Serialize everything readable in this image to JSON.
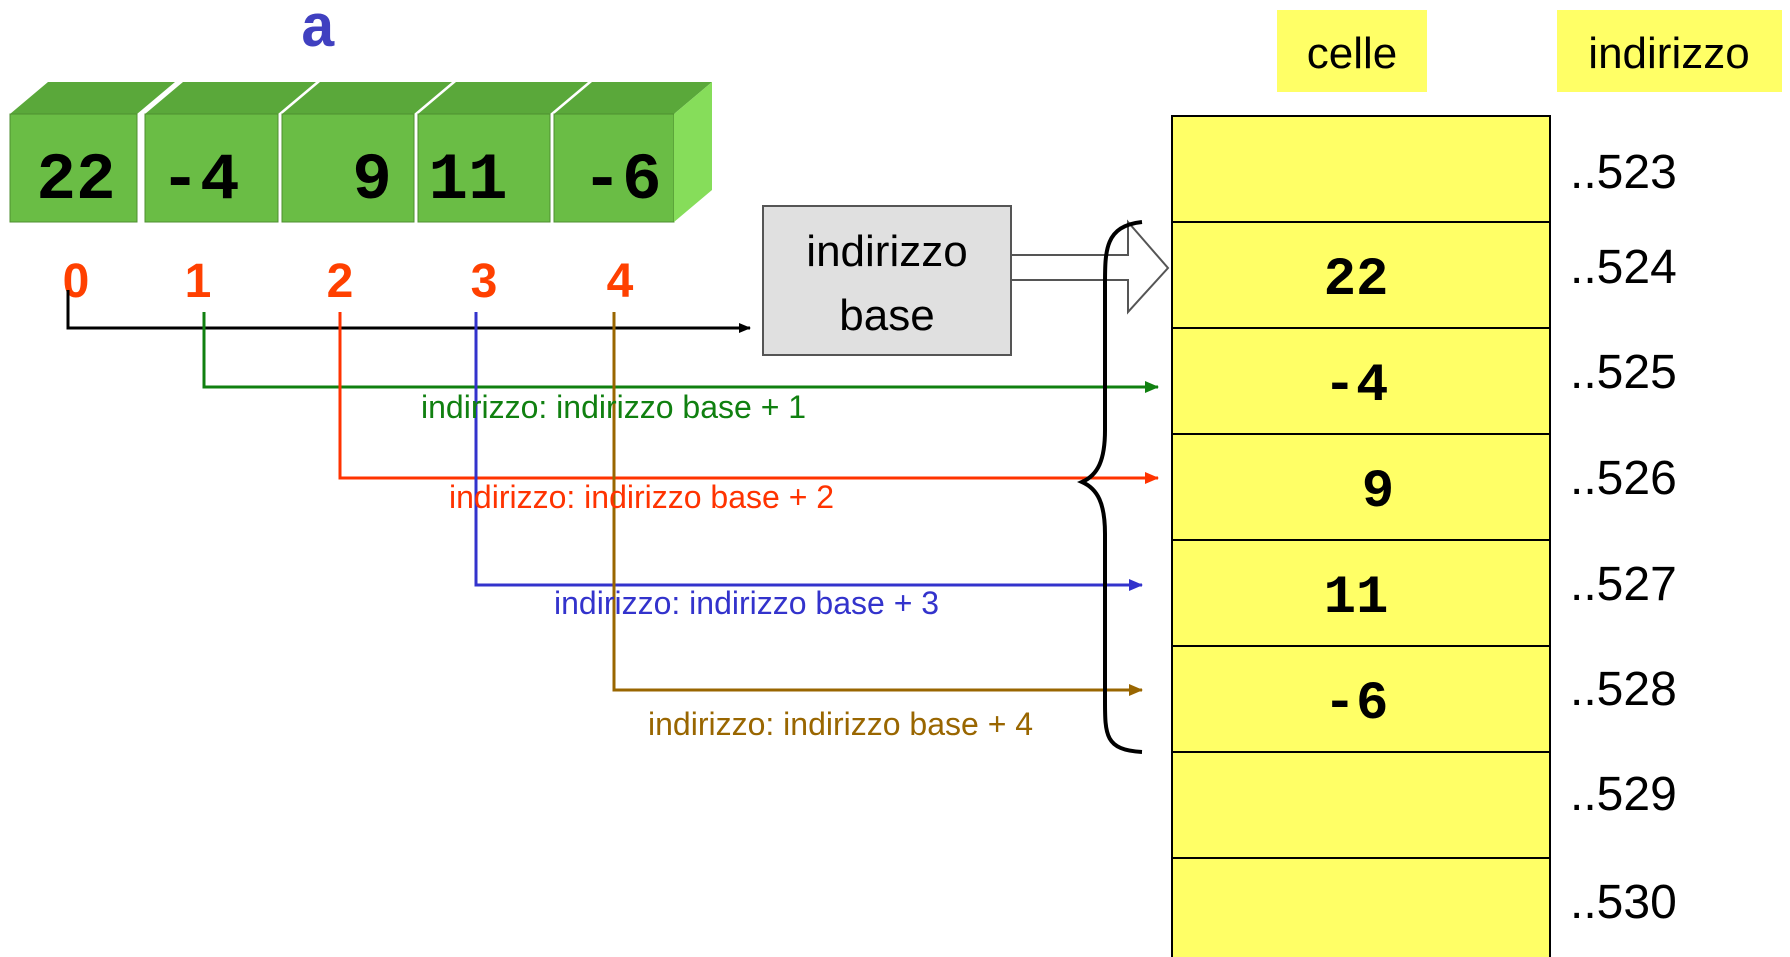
{
  "array": {
    "name": "a",
    "values": [
      "22",
      "-4",
      "9",
      "11",
      "-6"
    ],
    "indices": [
      "0",
      "1",
      "2",
      "3",
      "4"
    ]
  },
  "memory": {
    "header_cells": "celle",
    "header_address": "indirizzo",
    "cells": [
      "",
      "22",
      "-4",
      "9",
      "11",
      "-6",
      "",
      ""
    ],
    "addresses": [
      "..523",
      "..524",
      "..525",
      "..526",
      "..527",
      "..528",
      "..529",
      "..530"
    ]
  },
  "base_box": {
    "line1": "indirizzo",
    "line2": "base"
  },
  "arrow_labels": [
    "indirizzo: indirizzo base + 1",
    "indirizzo: indirizzo base + 2",
    "indirizzo: indirizzo base + 3",
    "indirizzo: indirizzo base + 4"
  ],
  "colors": {
    "array_green": "#6abd45",
    "array_green_top": "#5aa83a",
    "array_green_side": "#86dd5a",
    "cell_yellow": "#ffff66",
    "header_yellow": "#ffff66",
    "name_blue": "#4040c0",
    "index_red": "#ff4000",
    "line_black": "#000000",
    "line_green": "#108010",
    "line_red": "#ff3300",
    "line_blue": "#3333cc",
    "line_brown": "#996600"
  }
}
